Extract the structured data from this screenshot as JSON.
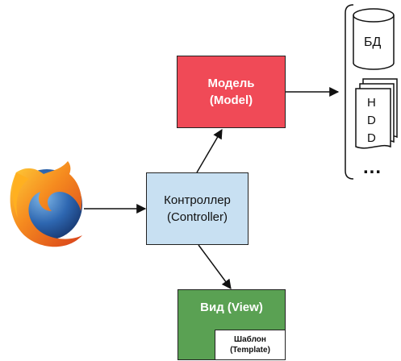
{
  "colors": {
    "model": "#f04a57",
    "controller": "#c8e0f2",
    "view": "#5aa153",
    "stroke": "#222222"
  },
  "model": {
    "line1": "Модель",
    "line2": "(Model)"
  },
  "controller": {
    "line1": "Контроллер",
    "line2": "(Controller)"
  },
  "view": {
    "title": "Вид (View)"
  },
  "template": {
    "line1": "Шаблон",
    "line2": "(Template)"
  },
  "storage": {
    "db_label": "БД",
    "hdd_letters": [
      "H",
      "D",
      "D"
    ],
    "more": "..."
  },
  "icons": {
    "browser": "firefox-icon",
    "database": "database-cylinder-icon",
    "documents": "document-stack-icon"
  }
}
